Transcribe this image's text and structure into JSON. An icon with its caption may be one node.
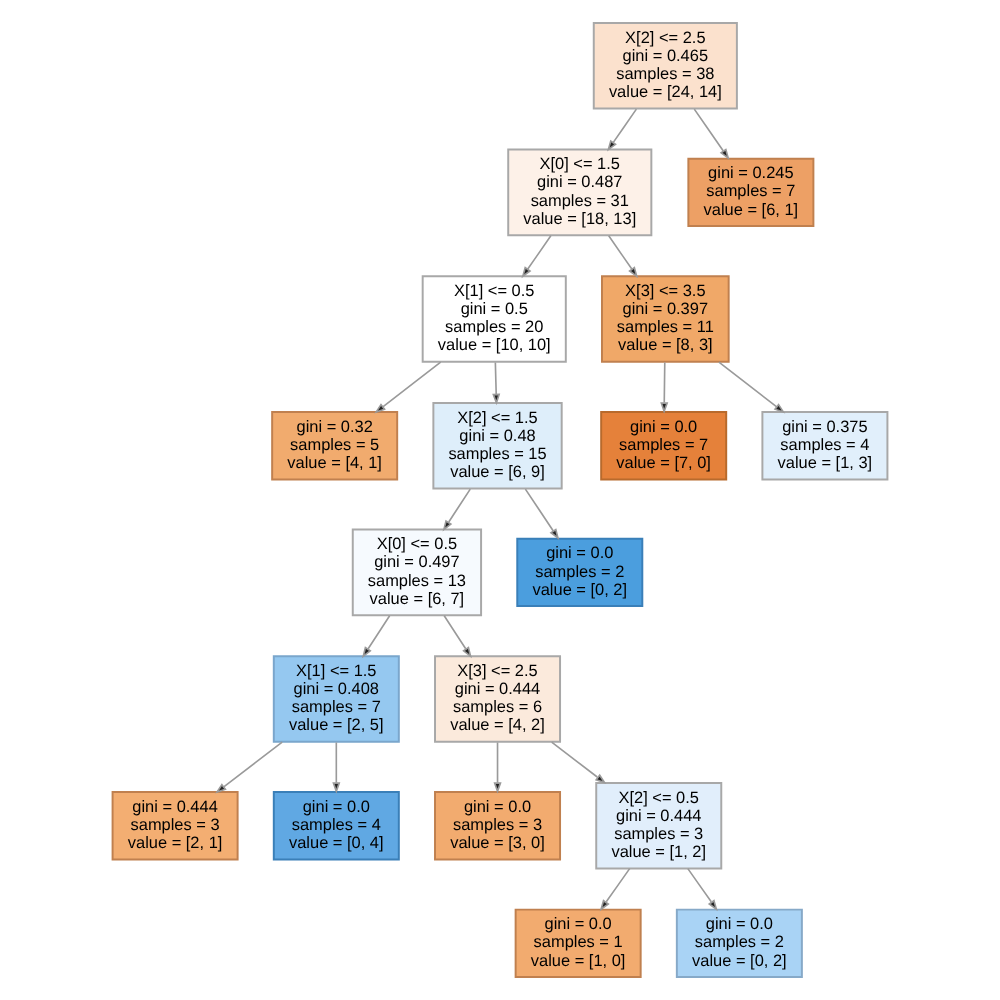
{
  "diagram": {
    "nodes": [
      {
        "text": [
          "X[2] <= 2.5",
          "gini = 0.465",
          "samples = 38",
          "value = [24, 14]"
        ]
      },
      {
        "text": [
          "X[0] <= 1.5",
          "gini = 0.487",
          "samples = 31",
          "value = [18, 13]"
        ]
      },
      {
        "text": [
          "gini = 0.245",
          "samples = 7",
          "value = [6, 1]"
        ]
      },
      {
        "text": [
          "X[1] <= 0.5",
          "gini = 0.5",
          "samples = 20",
          "value = [10, 10]"
        ]
      },
      {
        "text": [
          "X[3] <= 3.5",
          "gini = 0.397",
          "samples = 11",
          "value = [8, 3]"
        ]
      },
      {
        "text": [
          "gini = 0.32",
          "samples = 5",
          "value = [4, 1]"
        ]
      },
      {
        "text": [
          "X[2] <= 1.5",
          "gini = 0.48",
          "samples = 15",
          "value = [6, 9]"
        ]
      },
      {
        "text": [
          "gini = 0.0",
          "samples = 7",
          "value = [7, 0]"
        ]
      },
      {
        "text": [
          "gini = 0.375",
          "samples = 4",
          "value = [1, 3]"
        ]
      },
      {
        "text": [
          "X[0] <= 0.5",
          "gini = 0.497",
          "samples = 13",
          "value = [6, 7]"
        ]
      },
      {
        "text": [
          "gini = 0.0",
          "samples = 2",
          "value = [0, 2]"
        ]
      },
      {
        "text": [
          "X[1] <= 1.5",
          "gini = 0.408",
          "samples = 7",
          "value = [2, 5]"
        ]
      },
      {
        "text": [
          "X[3] <= 2.5",
          "gini = 0.444",
          "samples = 6",
          "value = [4, 2]"
        ]
      },
      {
        "text": [
          "gini = 0.444",
          "samples = 3",
          "value = [2, 1]"
        ]
      },
      {
        "text": [
          "gini = 0.0",
          "samples = 4",
          "value = [0, 4]"
        ]
      },
      {
        "text": [
          "gini = 0.0",
          "samples = 3",
          "value = [3, 0]"
        ]
      },
      {
        "text": [
          "X[2] <= 0.5",
          "gini = 0.444",
          "samples = 3",
          "value = [1, 2]"
        ]
      },
      {
        "text": [
          "gini = 0.0",
          "samples = 1",
          "value = [1, 0]"
        ]
      },
      {
        "text": [
          "gini = 0.0",
          "samples = 2",
          "value = [0, 2]"
        ]
      }
    ],
    "edges": [
      {
        "from": 0,
        "to": 1,
        "arrow": "to"
      },
      {
        "from": 0,
        "to": 2,
        "arrow": "to"
      },
      {
        "from": 1,
        "to": 3,
        "arrow": "to"
      },
      {
        "from": 1,
        "to": 4,
        "arrow": "to"
      },
      {
        "from": 3,
        "to": 5,
        "arrow": "to"
      },
      {
        "from": 3,
        "to": 6,
        "arrow": "to"
      },
      {
        "from": 4,
        "to": 7,
        "arrow": "to"
      },
      {
        "from": 4,
        "to": 8,
        "arrow": "to"
      },
      {
        "from": 6,
        "to": 9,
        "arrow": "to"
      },
      {
        "from": 6,
        "to": 10,
        "arrow": "to"
      },
      {
        "from": 9,
        "to": 11,
        "arrow": "to"
      },
      {
        "from": 9,
        "to": 12,
        "arrow": "to"
      },
      {
        "from": 11,
        "to": 13,
        "arrow": "to"
      },
      {
        "from": 11,
        "to": 14,
        "arrow": "to"
      },
      {
        "from": 12,
        "to": 15,
        "arrow": "to"
      },
      {
        "from": 12,
        "to": 16,
        "arrow": "to"
      },
      {
        "from": 16,
        "to": 17,
        "arrow": "to"
      },
      {
        "from": 16,
        "to": 18,
        "arrow": "to"
      }
    ]
  }
}
